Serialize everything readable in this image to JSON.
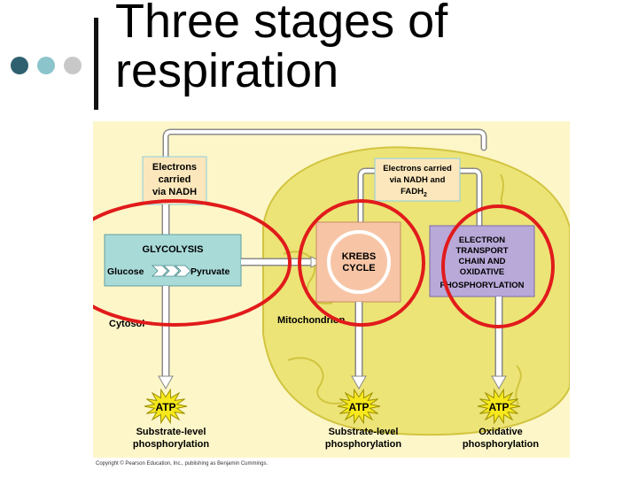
{
  "slide": {
    "title_line1": "Three stages of",
    "title_line2": "respiration",
    "copyright": "Copyright © Pearson Education, Inc., publishing as Benjamin Cummings."
  },
  "bullets": {
    "colors": [
      "#2e6070",
      "#8cc4cc",
      "#c8c8c8"
    ]
  },
  "diagram": {
    "colors": {
      "background": "#fdf6c8",
      "mitochondrion": "#ece477",
      "mitochondrion_stroke": "#d2c440",
      "nadh_box": "#fbe7bb",
      "glycolysis_box": "#a8dad8",
      "krebs_box": "#f7c5a6",
      "etc_box": "#b9a9d9",
      "arrow": "#ffffff",
      "arrow_stroke": "#8a8a8a",
      "atp_burst": "#f6e81c",
      "highlight_circle": "#e11b1b"
    },
    "nadh_left": [
      "Electrons",
      "carried",
      "via NADH"
    ],
    "nadh_right": [
      "Electrons carried",
      "via NADH and"
    ],
    "fadh_text": "FADH",
    "fadh_sub": "2",
    "glycolysis": {
      "title": "GLYCOLYSIS",
      "from": "Glucose",
      "to": "Pyruvate"
    },
    "krebs": [
      "KREBS",
      "CYCLE"
    ],
    "etc": [
      "ELECTRON",
      "TRANSPORT",
      "CHAIN AND",
      "OXIDATIVE",
      "PHOSPHORYLATION"
    ],
    "cytosol": "Cytosol",
    "mitochondrion": "Mitochondrion",
    "atp_label": "ATP",
    "outputs": [
      [
        "Substrate-level",
        "phosphorylation"
      ],
      [
        "Substrate-level",
        "phosphorylation"
      ],
      [
        "Oxidative",
        "phosphorylation"
      ]
    ]
  }
}
